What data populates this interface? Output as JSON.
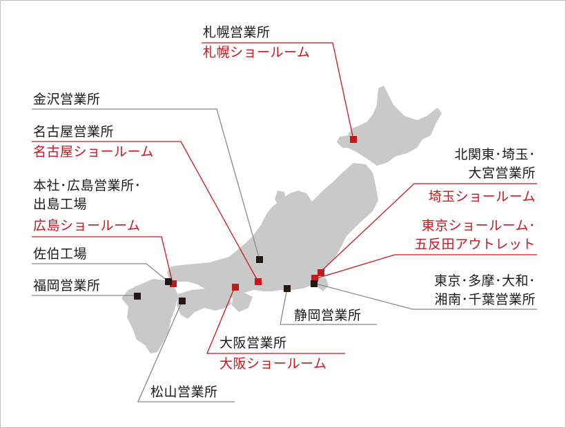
{
  "colors": {
    "land": "#c9c9c9",
    "showroom": "#c8161d",
    "office": "#231815",
    "leader_red": "#c8161d",
    "leader_gray": "#888888",
    "text": "#1a1a1a"
  },
  "labels": {
    "sapporo_office": "札幌営業所",
    "sapporo_showroom": "札幌ショールーム",
    "kanazawa_office": "金沢営業所",
    "nagoya_office": "名古屋営業所",
    "nagoya_showroom": "名古屋ショールーム",
    "hq_line1": "本社･広島営業所･",
    "hq_line2": "出島工場",
    "hiroshima_showroom": "広島ショールーム",
    "saiki_factory": "佐伯工場",
    "fukuoka_office": "福岡営業所",
    "kitakanto_line1": "北関東･埼玉･",
    "kitakanto_line2": "大宮営業所",
    "saitama_showroom": "埼玉ショールーム",
    "tokyo_showroom_line1": "東京ショールーム･",
    "tokyo_showroom_line2": "五反田アウトレット",
    "tokyo_offices_line1": "東京･多摩･大和･",
    "tokyo_offices_line2": "湘南･千葉営業所",
    "shizuoka_office": "静岡営業所",
    "osaka_office": "大阪営業所",
    "osaka_showroom": "大阪ショールーム",
    "matsuyama_office": "松山営業所"
  }
}
